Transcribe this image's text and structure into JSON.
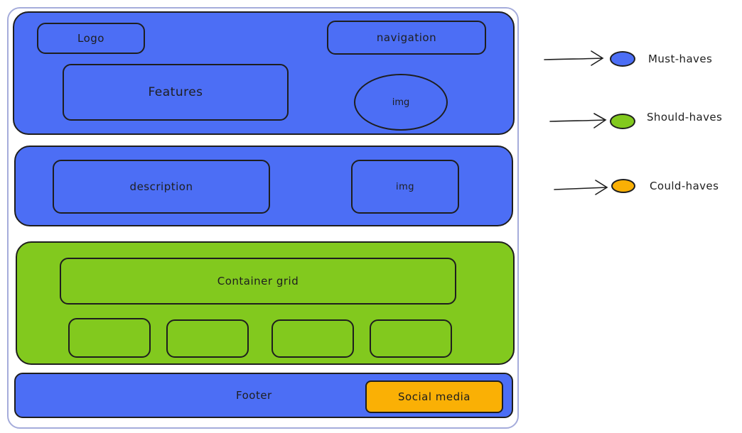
{
  "wireframe": {
    "header": {
      "logo": "Logo",
      "navigation": "navigation",
      "features": "Features",
      "img": "img"
    },
    "description_section": {
      "description": "description",
      "img": "img"
    },
    "grid_section": {
      "container": "Container grid"
    },
    "footer": {
      "label": "Footer",
      "social": "Social media"
    }
  },
  "legend": {
    "items": [
      {
        "label": "Must-haves",
        "color": "#4c6ef5"
      },
      {
        "label": "Should-haves",
        "color": "#82c91e"
      },
      {
        "label": "Could-haves",
        "color": "#fab005"
      }
    ]
  },
  "colors": {
    "must": "#4c6ef5",
    "should": "#82c91e",
    "could": "#fab005",
    "frame": "#a5acdb",
    "stroke": "#1e1e1e"
  }
}
